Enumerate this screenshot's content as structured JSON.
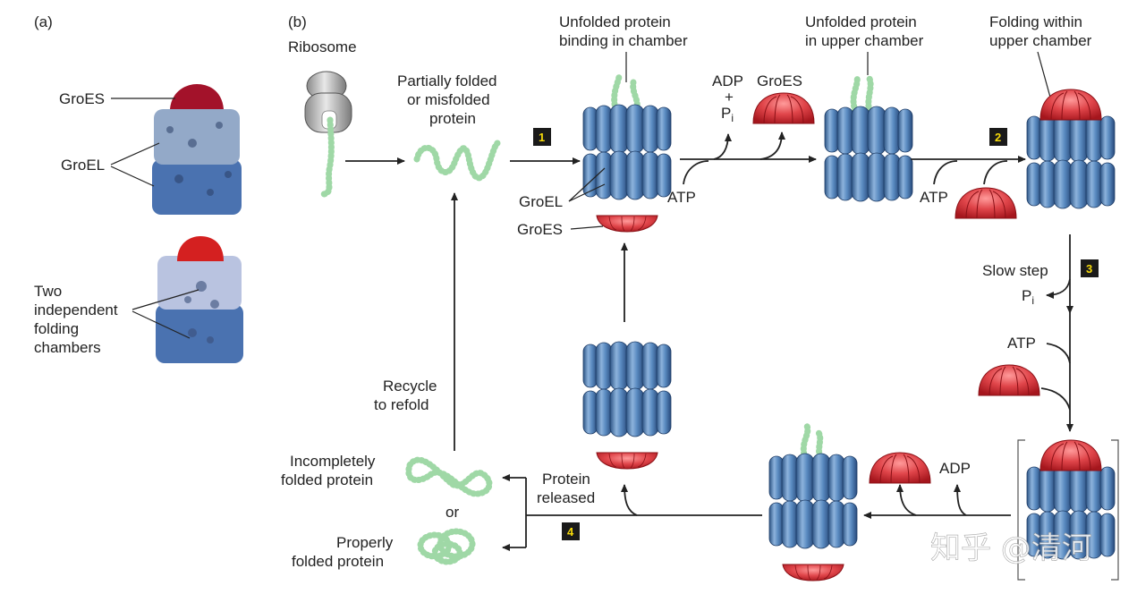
{
  "panel_a": {
    "label": "(a)",
    "groes": "GroES",
    "groel": "GroEL",
    "chambers": [
      "Two",
      "independent",
      "folding",
      "chambers"
    ]
  },
  "panel_b": {
    "label": "(b)",
    "ribosome": "Ribosome",
    "partially": [
      "Partially folded",
      "or misfolded",
      "protein"
    ],
    "unfolded_binding": [
      "Unfolded protein",
      "binding in chamber"
    ],
    "groel": "GroEL",
    "groes": "GroES",
    "atp": "ATP",
    "adp": "ADP",
    "plus": "+",
    "p": "P",
    "i": "i",
    "groes_top": "GroES",
    "unfolded_upper": [
      "Unfolded protein",
      "in upper chamber"
    ],
    "folding_upper": [
      "Folding within",
      "upper chamber"
    ],
    "slow_step": "Slow step",
    "recycle": [
      "Recycle",
      "to refold"
    ],
    "incompletely": [
      "Incompletely",
      "folded protein"
    ],
    "or": "or",
    "properly": [
      "Properly",
      "folded protein"
    ],
    "released": [
      "Protein",
      "released"
    ],
    "steps": [
      "1",
      "2",
      "3",
      "4"
    ]
  },
  "watermark": "知乎 @清河",
  "colors": {
    "barrel": "#4f7db2",
    "barrel_dark": "#2d5586",
    "groes": "#d6393e",
    "protein": "#9fd8a6"
  }
}
